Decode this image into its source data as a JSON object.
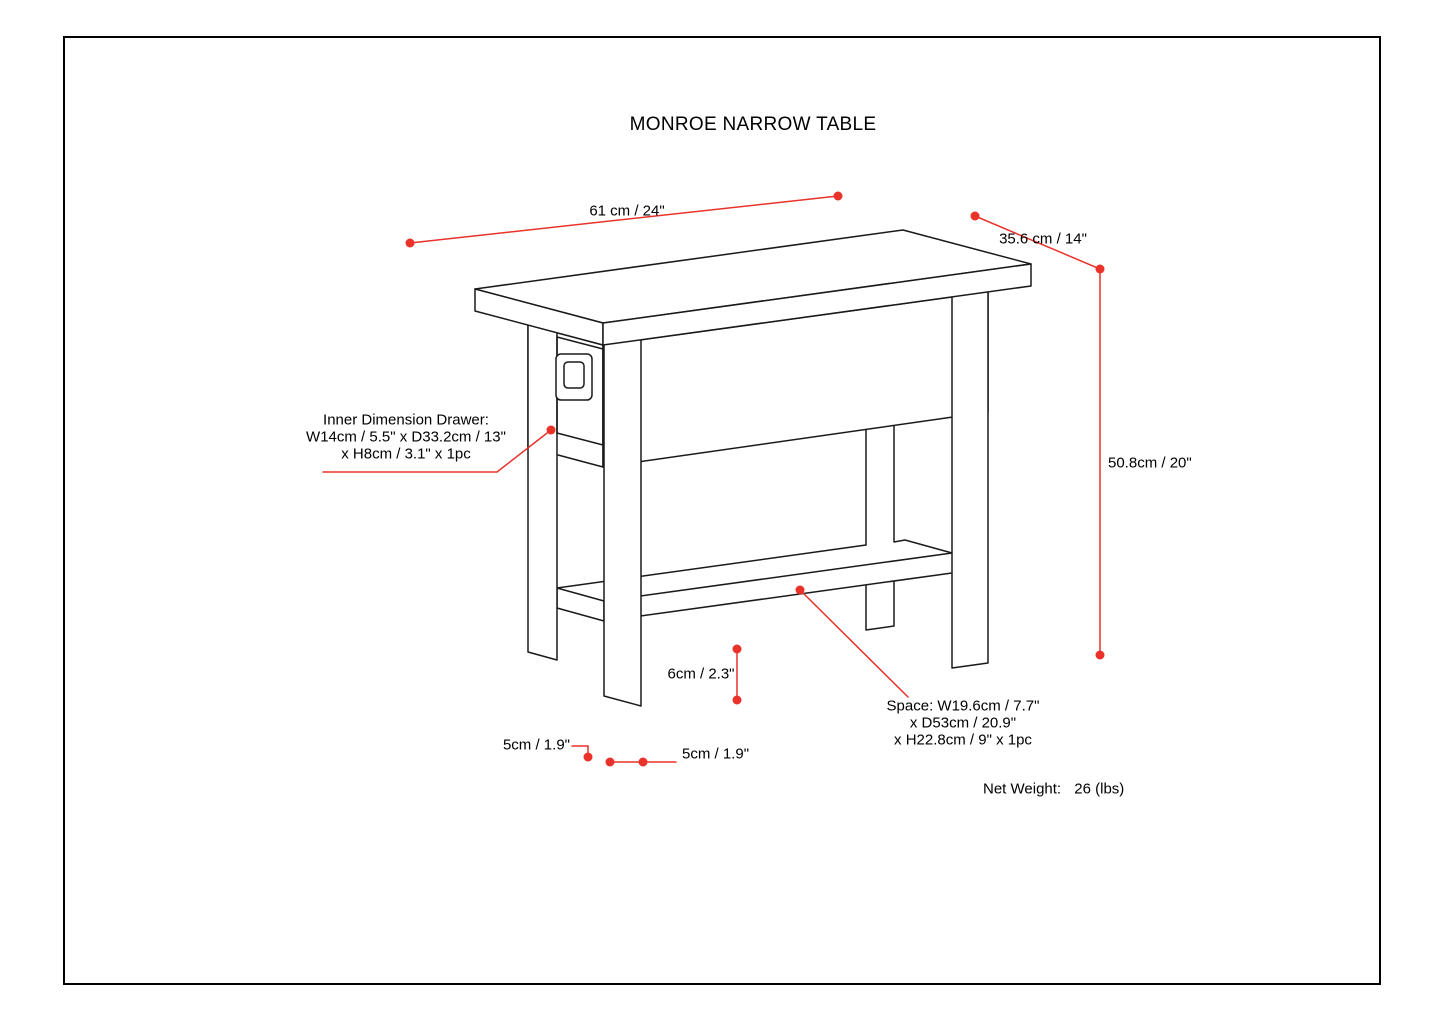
{
  "page": {
    "title": "MONROE NARROW TABLE",
    "net_weight_label": "Net Weight:",
    "net_weight_value": "26 (lbs)"
  },
  "dimensions": {
    "length": "61 cm / 24\"",
    "depth": "35.6 cm / 14\"",
    "height": "50.8cm / 20\"",
    "shelf_clearance": "6cm / 2.3\"",
    "leg_depth": "5cm / 1.9\"",
    "leg_width": "5cm / 1.9\""
  },
  "annotations": {
    "drawer": {
      "line1": "Inner Dimension Drawer:",
      "line2": "W14cm / 5.5\" x D33.2cm / 13\"",
      "line3": "x H8cm / 3.1\" x 1pc"
    },
    "space": {
      "line1": "Space: W19.6cm / 7.7\"",
      "line2": "x D53cm / 20.9\"",
      "line3": "x H22.8cm / 9\" x 1pc"
    }
  },
  "colors": {
    "dimension_red": "#e8322a",
    "line_black": "#1a1a1a"
  }
}
